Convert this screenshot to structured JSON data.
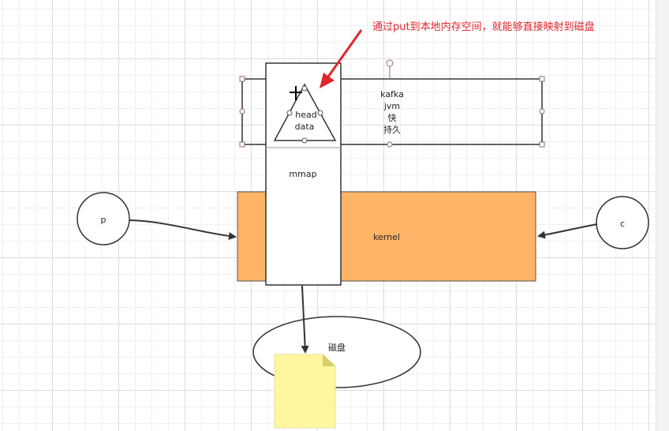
{
  "annotation": {
    "text": "通过put到本地内存空间，就能够直接映射到磁盘"
  },
  "nodes": {
    "producer": "p",
    "consumer": "c",
    "kernel": "kernel",
    "mmap": "mmap",
    "triangle_line1": "head",
    "triangle_line2": "data",
    "top_box_lines": [
      "kafka",
      "jvm",
      "快",
      "持久"
    ],
    "disk": "磁盘"
  },
  "colors": {
    "kernel_fill": "#ffb366",
    "note_fill": "#fff7a0",
    "annotation_red": "#e0262b"
  }
}
